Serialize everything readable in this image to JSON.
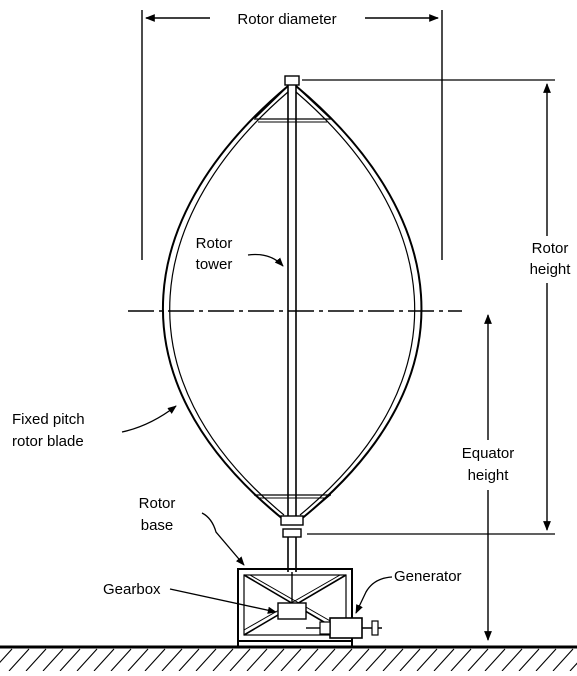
{
  "labels": {
    "rotor_diameter": "Rotor diameter",
    "rotor_tower": [
      "Rotor",
      "tower"
    ],
    "rotor_height": [
      "Rotor",
      "height"
    ],
    "fixed_pitch_rotor_blade": [
      "Fixed pitch",
      "rotor blade"
    ],
    "equator_height": [
      "Equator",
      "height"
    ],
    "rotor_base": [
      "Rotor",
      "base"
    ],
    "gearbox": "Gearbox",
    "generator": "Generator"
  }
}
